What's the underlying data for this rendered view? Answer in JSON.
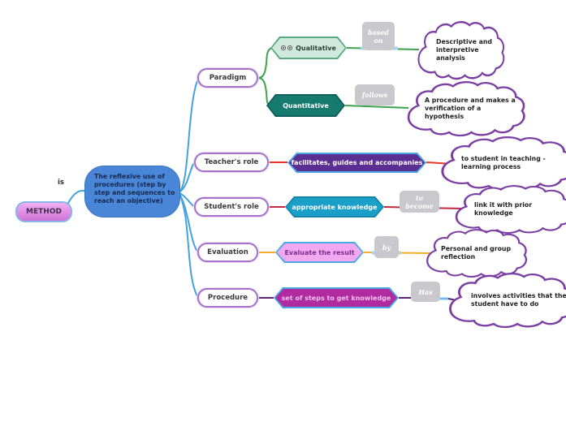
{
  "root": {
    "label": "METHOD",
    "link_label": "is"
  },
  "central": {
    "text": "The reflexive use of procedures (step by step and sequences to reach an objective)"
  },
  "branches": [
    {
      "label": "Paradigm",
      "children": [
        {
          "label": "Qualitative",
          "icon": "eyes-icon",
          "link_label": "based on",
          "cloud": "Descriptive and interpretive analysis"
        },
        {
          "label": "Quantitative",
          "link_label": "follows",
          "cloud": "A procedure and makes a verification of a hypothesis"
        }
      ]
    },
    {
      "label": "Teacher's role",
      "children": [
        {
          "label": "facilitates, guides and accompanies",
          "cloud": "to student in teaching -learning process"
        }
      ]
    },
    {
      "label": "Student's role",
      "children": [
        {
          "label": "appropriate knowledge",
          "link_label": "to become",
          "cloud": "link it with prior knowledge"
        }
      ]
    },
    {
      "label": "Evaluation",
      "children": [
        {
          "label": "Evaluate the result",
          "link_label": "by",
          "cloud": "Personal and group reflection"
        }
      ]
    },
    {
      "label": "Procedure",
      "children": [
        {
          "label": "set of steps to get knowledge",
          "link_label": "Has",
          "cloud": "involves activities that the student have to do"
        }
      ]
    }
  ],
  "colors": {
    "central_node": "#4a86d8",
    "root_fill": "#e393e6",
    "branch_border": "#a472c8",
    "blue_wire": "#45a1e0",
    "paradigm_wire": "#3fa24c",
    "teacher_wire": "#e8392e",
    "student_wire": "#c22743",
    "evaluation_wire": "#f5ac28",
    "procedure_wire": "#5f2470",
    "highlight_wire": "#a8d4f0",
    "qualitative_fill": "#cfe9dc",
    "quantitative_fill": "#177a6e",
    "facilitates_fill": "#5b2e91",
    "knowledge_fill": "#1a9fc8",
    "evaluate_fill": "#f0a8f0",
    "steps_fill": "#b02aa0",
    "cloud_border": "#7b3fa3",
    "label_box": "#c9c9cd"
  }
}
